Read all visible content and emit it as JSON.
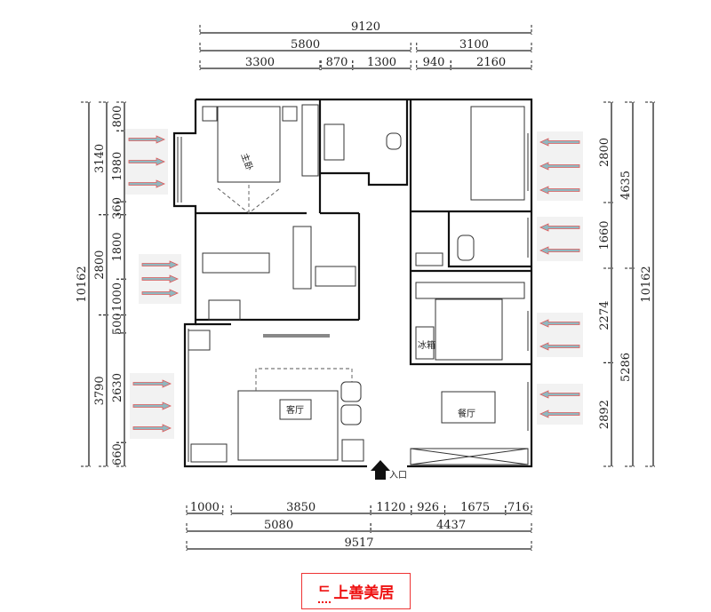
{
  "dimensions": {
    "top": [
      [
        {
          "label": "9120",
          "from": 0,
          "to": 9120
        }
      ],
      [
        {
          "label": "5800",
          "from": 0,
          "to": 5800
        },
        {
          "label": "3100",
          "from": 5960,
          "to": 9120
        }
      ],
      [
        {
          "label": "3300",
          "from": 0,
          "to": 3300
        },
        {
          "label": "870",
          "from": 3330,
          "to": 4200
        },
        {
          "label": "1300",
          "from": 4200,
          "to": 5800
        },
        {
          "label": "940",
          "from": 5960,
          "to": 6900
        },
        {
          "label": "2160",
          "from": 6900,
          "to": 9120
        }
      ]
    ],
    "left": [
      [
        {
          "label": "10162",
          "from": 0,
          "to": 10162
        }
      ],
      [
        {
          "label": "3140",
          "from": 0,
          "to": 3140
        },
        {
          "label": "2800",
          "from": 3140,
          "to": 5940
        },
        {
          "label": "3790",
          "from": 5940,
          "to": 10162
        }
      ],
      [
        {
          "label": "800",
          "from": 0,
          "to": 800
        },
        {
          "label": "1980",
          "from": 800,
          "to": 2780
        },
        {
          "label": "360",
          "from": 2780,
          "to": 3140
        },
        {
          "label": "1800",
          "from": 3140,
          "to": 4940
        },
        {
          "label": "1000",
          "from": 4940,
          "to": 5940
        },
        {
          "label": "500",
          "from": 5940,
          "to": 6440
        },
        {
          "label": "2630",
          "from": 6440,
          "to": 9500
        },
        {
          "label": "660",
          "from": 9500,
          "to": 10162
        }
      ]
    ],
    "right": [
      [
        {
          "label": "2800",
          "from": 0,
          "to": 2800
        },
        {
          "label": "1660",
          "from": 2800,
          "to": 4635
        },
        {
          "label": "2274",
          "from": 4635,
          "to": 7270
        },
        {
          "label": "2892",
          "from": 7270,
          "to": 10162
        }
      ],
      [
        {
          "label": "4635",
          "from": 0,
          "to": 4635
        },
        {
          "label": "5286",
          "from": 4635,
          "to": 10162
        }
      ],
      [
        {
          "label": "10162",
          "from": 0,
          "to": 10162
        }
      ]
    ],
    "bottom": [
      [
        {
          "label": "1000",
          "from": 0,
          "to": 1000
        },
        {
          "label": "3850",
          "from": 1230,
          "to": 5080
        },
        {
          "label": "1120",
          "from": 5080,
          "to": 6200
        },
        {
          "label": "926",
          "from": 6200,
          "to": 7126
        },
        {
          "label": "1675",
          "from": 7126,
          "to": 8801
        },
        {
          "label": "716",
          "from": 8801,
          "to": 9517
        }
      ],
      [
        {
          "label": "5080",
          "from": 0,
          "to": 5080
        },
        {
          "label": "4437",
          "from": 5080,
          "to": 9517
        }
      ],
      [
        {
          "label": "9517",
          "from": 0,
          "to": 9517
        }
      ]
    ]
  },
  "rooms": {
    "master_bedroom": "主卧",
    "living_room": "客厅",
    "dining_room": "餐厅",
    "entrance": "入口",
    "fridge": "冰箱"
  },
  "ventilation_arrows": {
    "color_outline": "#e05a5a",
    "color_fill": "#8fb8c0",
    "left_groups": [
      3,
      3,
      3
    ],
    "right_groups": [
      3,
      2,
      2,
      2
    ]
  },
  "logo": {
    "mark": "ᄃ",
    "text": "上善美居",
    "color": "#e11111"
  }
}
